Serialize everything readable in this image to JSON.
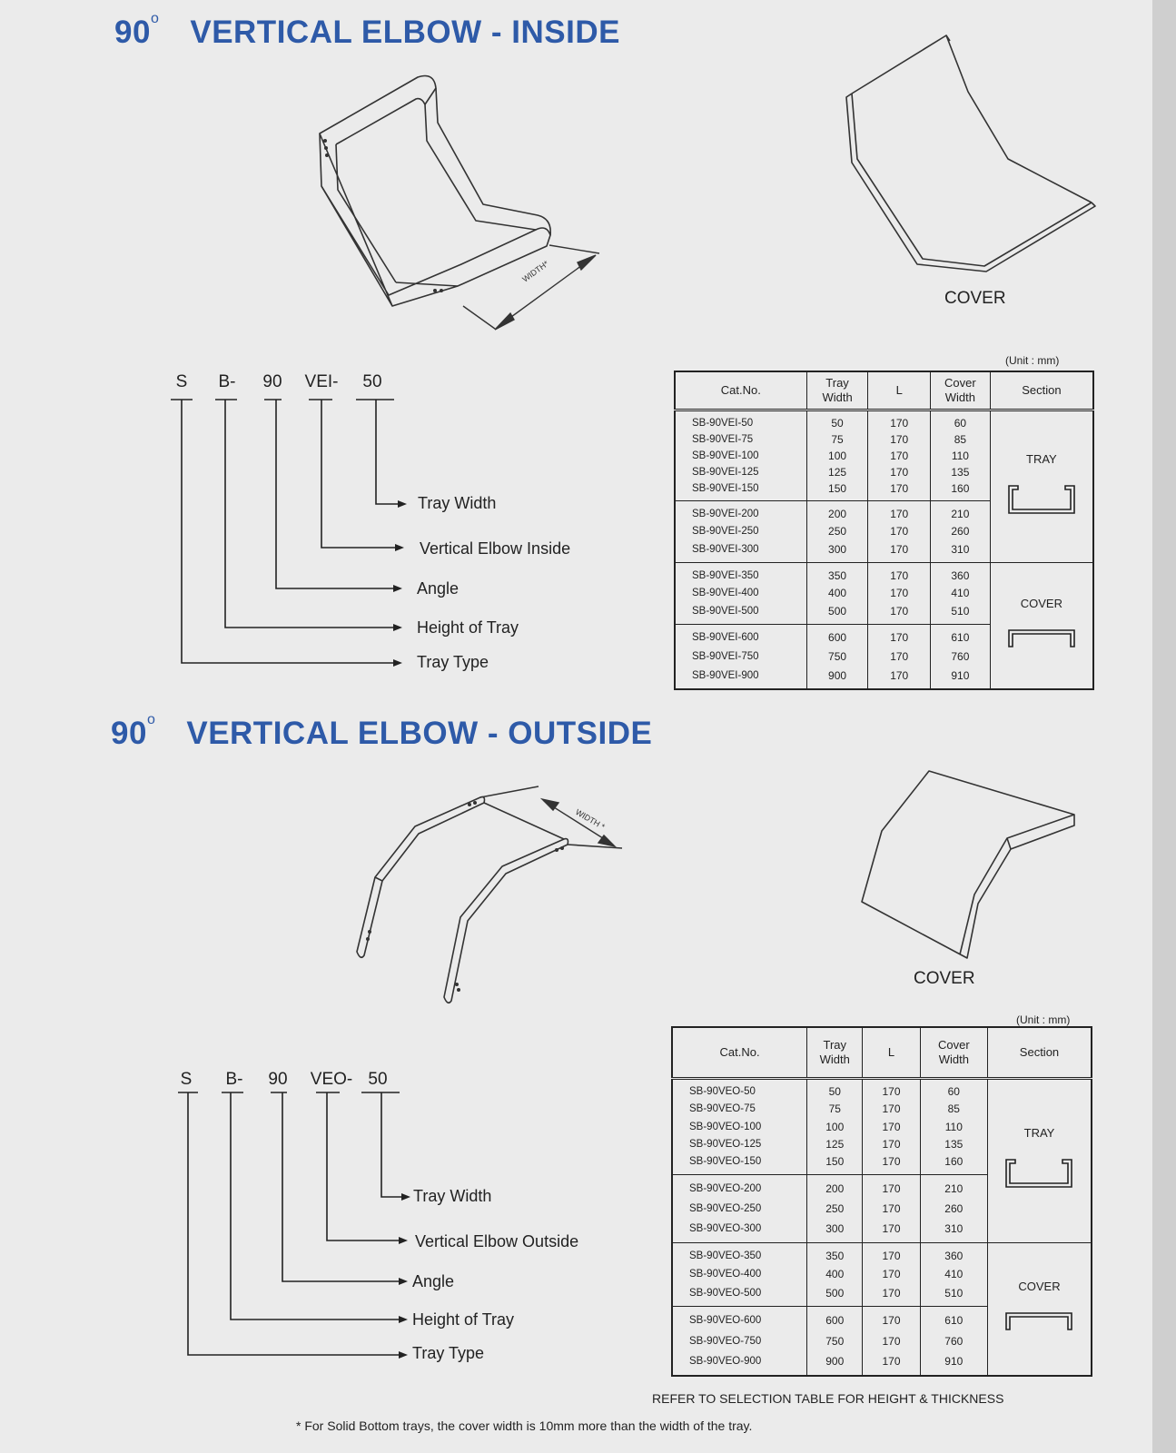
{
  "inside": {
    "title_angle": "90",
    "title_degree": "o",
    "title_text": "VERTICAL  ELBOW - INSIDE",
    "width_label": "WIDTH*",
    "cover_label": "COVER",
    "code": [
      "S",
      "B-",
      "90",
      "VEI-",
      "50"
    ],
    "legend": [
      "Tray Width",
      "Vertical Elbow Inside",
      "Angle",
      "Height of Tray",
      "Tray Type"
    ],
    "unit": "(Unit : mm)",
    "headers": {
      "cat": "Cat.No.",
      "tray_width_1": "Tray",
      "tray_width_2": "Width",
      "l": "L",
      "cover_width_1": "Cover",
      "cover_width_2": "Width",
      "section": "Section"
    },
    "groups": [
      {
        "cat": [
          "SB-90VEI-50",
          "SB-90VEI-75",
          "SB-90VEI-100",
          "SB-90VEI-125",
          "SB-90VEI-150"
        ],
        "tray": [
          "50",
          "75",
          "100",
          "125",
          "150"
        ],
        "l": [
          "170",
          "170",
          "170",
          "170",
          "170"
        ],
        "cover": [
          "60",
          "85",
          "110",
          "135",
          "160"
        ]
      },
      {
        "cat": [
          "SB-90VEI-200",
          "SB-90VEI-250",
          "SB-90VEI-300"
        ],
        "tray": [
          "200",
          "250",
          "300"
        ],
        "l": [
          "170",
          "170",
          "170"
        ],
        "cover": [
          "210",
          "260",
          "310"
        ]
      },
      {
        "cat": [
          "SB-90VEI-350",
          "SB-90VEI-400",
          "SB-90VEI-500"
        ],
        "tray": [
          "350",
          "400",
          "500"
        ],
        "l": [
          "170",
          "170",
          "170"
        ],
        "cover": [
          "360",
          "410",
          "510"
        ]
      },
      {
        "cat": [
          "SB-90VEI-600",
          "SB-90VEI-750",
          "SB-90VEI-900"
        ],
        "tray": [
          "600",
          "750",
          "900"
        ],
        "l": [
          "170",
          "170",
          "170"
        ],
        "cover": [
          "610",
          "760",
          "910"
        ]
      }
    ],
    "section_tray": "TRAY",
    "section_cover": "COVER"
  },
  "outside": {
    "title_angle": "90",
    "title_degree": "o",
    "title_text": "VERTICAL  ELBOW  -  OUTSIDE",
    "width_label": "WIDTH *",
    "cover_label": "COVER",
    "code": [
      "S",
      "B-",
      "90",
      "VEO-",
      "50"
    ],
    "legend": [
      "Tray Width",
      "Vertical Elbow Outside",
      "Angle",
      "Height of Tray",
      "Tray Type"
    ],
    "unit": "(Unit : mm)",
    "headers": {
      "cat": "Cat.No.",
      "tray_width_1": "Tray",
      "tray_width_2": "Width",
      "l": "L",
      "cover_width_1": "Cover",
      "cover_width_2": "Width",
      "section": "Section"
    },
    "groups": [
      {
        "cat": [
          "SB-90VEO-50",
          "SB-90VEO-75",
          "SB-90VEO-100",
          "SB-90VEO-125",
          "SB-90VEO-150"
        ],
        "tray": [
          "50",
          "75",
          "100",
          "125",
          "150"
        ],
        "l": [
          "170",
          "170",
          "170",
          "170",
          "170"
        ],
        "cover": [
          "60",
          "85",
          "110",
          "135",
          "160"
        ]
      },
      {
        "cat": [
          "SB-90VEO-200",
          "SB-90VEO-250",
          "SB-90VEO-300"
        ],
        "tray": [
          "200",
          "250",
          "300"
        ],
        "l": [
          "170",
          "170",
          "170"
        ],
        "cover": [
          "210",
          "260",
          "310"
        ]
      },
      {
        "cat": [
          "SB-90VEO-350",
          "SB-90VEO-400",
          "SB-90VEO-500"
        ],
        "tray": [
          "350",
          "400",
          "500"
        ],
        "l": [
          "170",
          "170",
          "170"
        ],
        "cover": [
          "360",
          "410",
          "510"
        ]
      },
      {
        "cat": [
          "SB-90VEO-600",
          "SB-90VEO-750",
          "SB-90VEO-900"
        ],
        "tray": [
          "600",
          "750",
          "900"
        ],
        "l": [
          "170",
          "170",
          "170"
        ],
        "cover": [
          "610",
          "760",
          "910"
        ]
      }
    ],
    "section_tray": "TRAY",
    "section_cover": "COVER"
  },
  "footer": {
    "refer": "REFER TO SELECTION TABLE FOR HEIGHT & THICKNESS",
    "note": "* For Solid Bottom trays, the cover width is 10mm more than the width of the tray."
  }
}
